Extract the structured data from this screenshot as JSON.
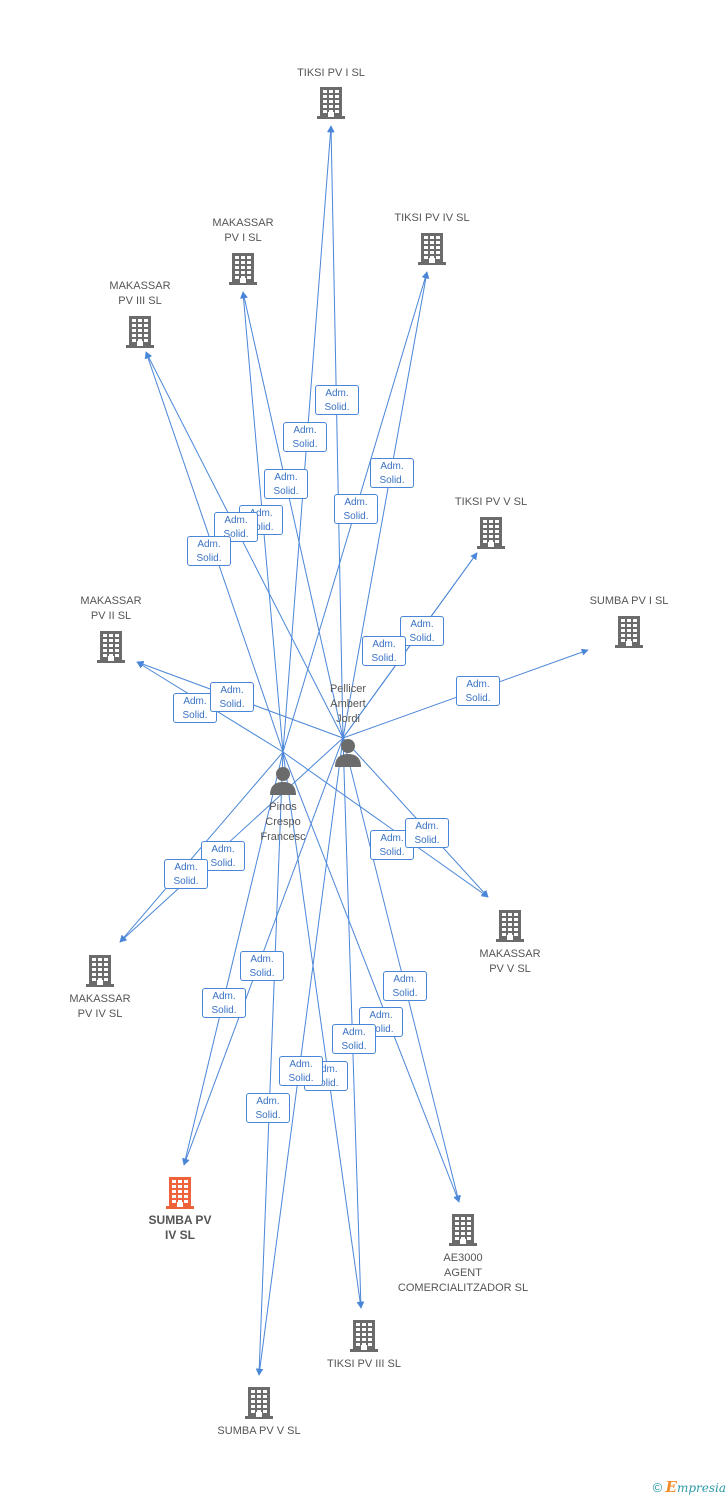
{
  "people": [
    {
      "id": "pinos",
      "label": "Pinos\nCrespo\nFrancesc"
    },
    {
      "id": "pellicer",
      "label": "Pellicer\nAmbert\nJordi"
    }
  ],
  "companies": [
    {
      "id": "tiksi1",
      "label": "TIKSI PV I SL",
      "focus": false
    },
    {
      "id": "makassar1",
      "label": "MAKASSAR\nPV I SL",
      "focus": false
    },
    {
      "id": "tiksi4",
      "label": "TIKSI PV IV SL",
      "focus": false
    },
    {
      "id": "makassar3",
      "label": "MAKASSAR\nPV III SL",
      "focus": false
    },
    {
      "id": "tiksi5",
      "label": "TIKSI PV V SL",
      "focus": false
    },
    {
      "id": "makassar2",
      "label": "MAKASSAR\nPV II SL",
      "focus": false
    },
    {
      "id": "sumba1",
      "label": "SUMBA PV I SL",
      "focus": false
    },
    {
      "id": "makassar4",
      "label": "MAKASSAR\nPV IV SL",
      "focus": false
    },
    {
      "id": "makassar5",
      "label": "MAKASSAR\nPV V SL",
      "focus": false
    },
    {
      "id": "sumba4",
      "label": "SUMBA PV\nIV SL",
      "focus": true
    },
    {
      "id": "ae3000",
      "label": "AE3000\nAGENT\nCOMERCIALITZADOR SL",
      "focus": false
    },
    {
      "id": "tiksi3",
      "label": "TIKSI PV III SL",
      "focus": false
    },
    {
      "id": "sumba5",
      "label": "SUMBA PV V SL",
      "focus": false
    }
  ],
  "edges": [
    {
      "from": "pinos",
      "to": "tiksi1",
      "label": "Adm.\nSolid."
    },
    {
      "from": "pellicer",
      "to": "tiksi1",
      "label": "Adm.\nSolid."
    },
    {
      "from": "pinos",
      "to": "makassar1",
      "label": "Adm.\nSolid."
    },
    {
      "from": "pellicer",
      "to": "makassar1",
      "label": "Adm.\nSolid."
    },
    {
      "from": "pinos",
      "to": "tiksi4",
      "label": "Adm.\nSolid."
    },
    {
      "from": "pellicer",
      "to": "tiksi4",
      "label": "Adm.\nSolid."
    },
    {
      "from": "pinos",
      "to": "makassar3",
      "label": "Adm.\nSolid."
    },
    {
      "from": "pellicer",
      "to": "makassar3",
      "label": "Adm.\nSolid."
    },
    {
      "from": "pinos",
      "to": "makassar2",
      "label": "Adm.\nSolid."
    },
    {
      "from": "pellicer",
      "to": "makassar2",
      "label": "Adm.\nSolid."
    },
    {
      "from": "pellicer",
      "to": "tiksi5",
      "label": "Adm.\nSolid."
    },
    {
      "from": "pellicer",
      "to": "tiksi5",
      "label": "Adm.\nSolid."
    },
    {
      "from": "pellicer",
      "to": "sumba1",
      "label": "Adm.\nSolid."
    },
    {
      "from": "pinos",
      "to": "makassar4",
      "label": "Adm.\nSolid."
    },
    {
      "from": "pellicer",
      "to": "makassar4",
      "label": "Adm.\nSolid."
    },
    {
      "from": "pinos",
      "to": "makassar5",
      "label": "Adm.\nSolid."
    },
    {
      "from": "pellicer",
      "to": "makassar5",
      "label": "Adm.\nSolid."
    },
    {
      "from": "pinos",
      "to": "sumba4",
      "label": "Adm.\nSolid."
    },
    {
      "from": "pellicer",
      "to": "sumba4",
      "label": "Adm.\nSolid."
    },
    {
      "from": "pinos",
      "to": "ae3000",
      "label": "Adm.\nSolid."
    },
    {
      "from": "pellicer",
      "to": "ae3000",
      "label": "Adm.\nSolid."
    },
    {
      "from": "pinos",
      "to": "tiksi3",
      "label": "Adm.\nSolid."
    },
    {
      "from": "pellicer",
      "to": "tiksi3",
      "label": "Adm.\nSolid."
    },
    {
      "from": "pinos",
      "to": "sumba5",
      "label": "Adm.\nSolid."
    },
    {
      "from": "pellicer",
      "to": "sumba5",
      "label": "Adm.\nSolid."
    }
  ],
  "colors": {
    "edge": "#4a86d8",
    "company": "#6b6b6b",
    "focus_company": "#f0623a",
    "person": "#6b6b6b"
  },
  "footer": {
    "copyright": "©",
    "brand_first": "E",
    "brand_rest": "mpresia"
  }
}
